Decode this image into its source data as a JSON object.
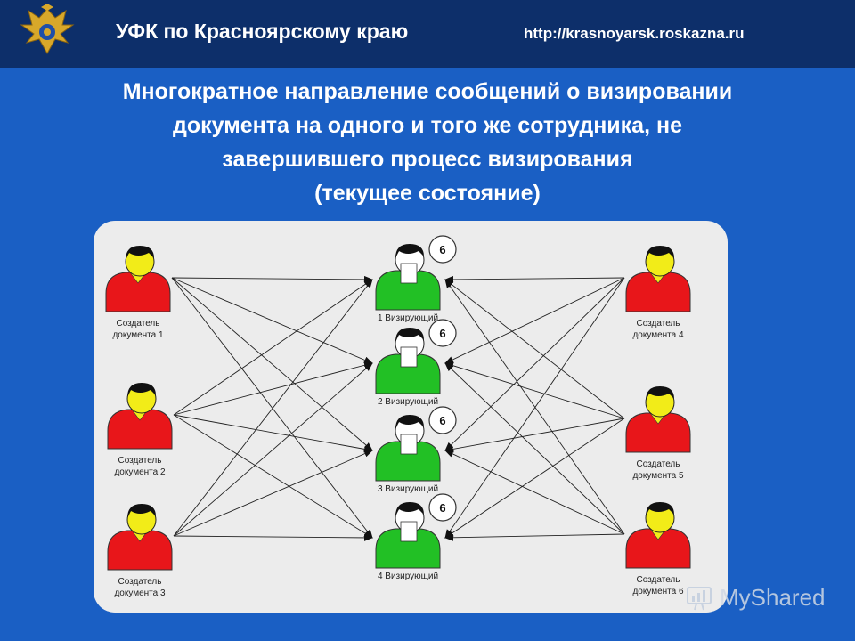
{
  "header": {
    "org_title": "УФК по Красноярскому краю",
    "url": "http://krasnoyarsk.roskazna.ru"
  },
  "title_lines": [
    "Многократное направление сообщений о визировании",
    "документа на одного и того же сотрудника, не",
    "завершившего процесс визирования",
    "(текущее состояние)"
  ],
  "creators_left": [
    {
      "line1": "Создатель",
      "line2": "документа 1"
    },
    {
      "line1": "Создатель",
      "line2": "документа 2"
    },
    {
      "line1": "Создатель",
      "line2": "документа 3"
    }
  ],
  "creators_right": [
    {
      "line1": "Создатель",
      "line2": "документа 4"
    },
    {
      "line1": "Создатель",
      "line2": "документа 5"
    },
    {
      "line1": "Создатель",
      "line2": "документа 6"
    }
  ],
  "approvers": [
    {
      "label": "1 Визирующий",
      "count": "6"
    },
    {
      "label": "2 Визирующий",
      "count": "6"
    },
    {
      "label": "3 Визирующий",
      "count": "6"
    },
    {
      "label": "4 Визирующий",
      "count": "6"
    }
  ],
  "colors": {
    "background": "#1a5fc4",
    "header": "#0d2f6a",
    "creator_body": "#e8161a",
    "approver_body": "#22c025",
    "face_creator": "#f2ec18"
  },
  "icons": [
    "emblem-icon",
    "person-icon",
    "watermark-icon"
  ],
  "watermark": "MyShared"
}
